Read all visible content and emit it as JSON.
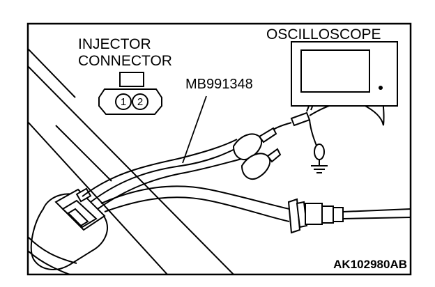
{
  "labels": {
    "injector_line1": "INJECTOR",
    "injector_line2": "CONNECTOR",
    "tool_code": "MB991348",
    "oscilloscope": "OSCILLOSCOPE",
    "pin_1": "1",
    "pin_2": "2",
    "figure_code": "AK102980AB"
  },
  "colors": {
    "line": "#000000",
    "background": "#ffffff"
  }
}
